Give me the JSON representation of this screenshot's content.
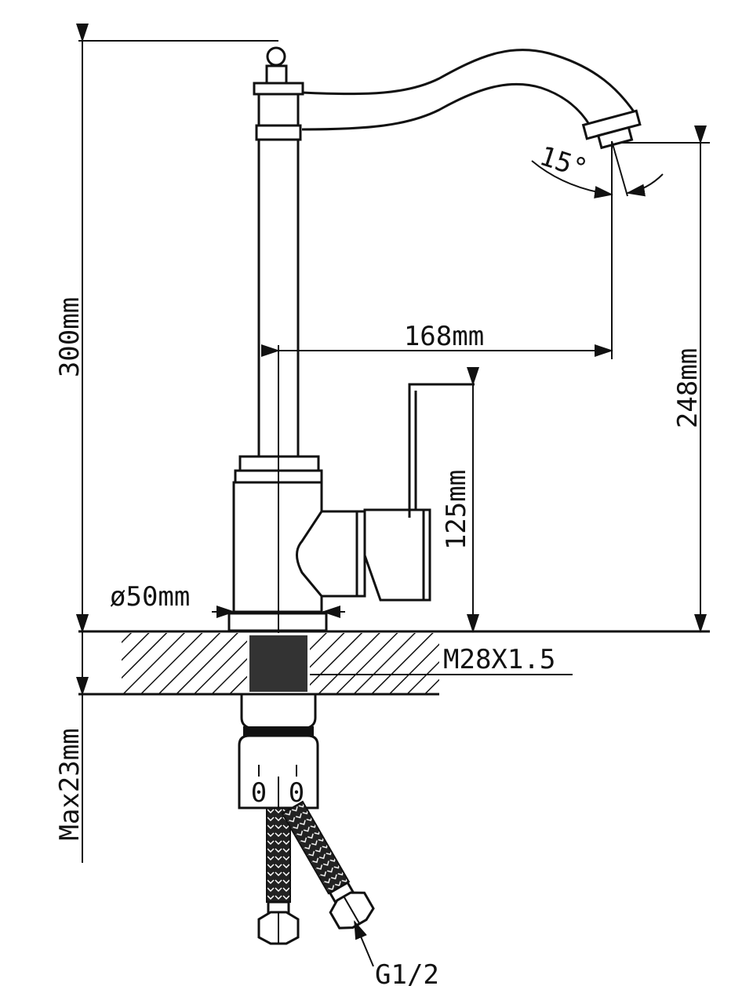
{
  "diagram": {
    "subject": "faucet-dimension-drawing",
    "dimensions": {
      "total_height": "300mm",
      "spout_reach": "168mm",
      "spout_height": "248mm",
      "handle_height": "125mm",
      "base_diameter": "ø50mm",
      "thread": "M28X1.5",
      "max_counter_thickness": "Max23mm",
      "hose_connection": "G1/2",
      "swivel_angle": "15°"
    },
    "inlet_marks": [
      "0",
      "0"
    ],
    "colors": {
      "line": "#111111",
      "background": "#ffffff"
    }
  }
}
